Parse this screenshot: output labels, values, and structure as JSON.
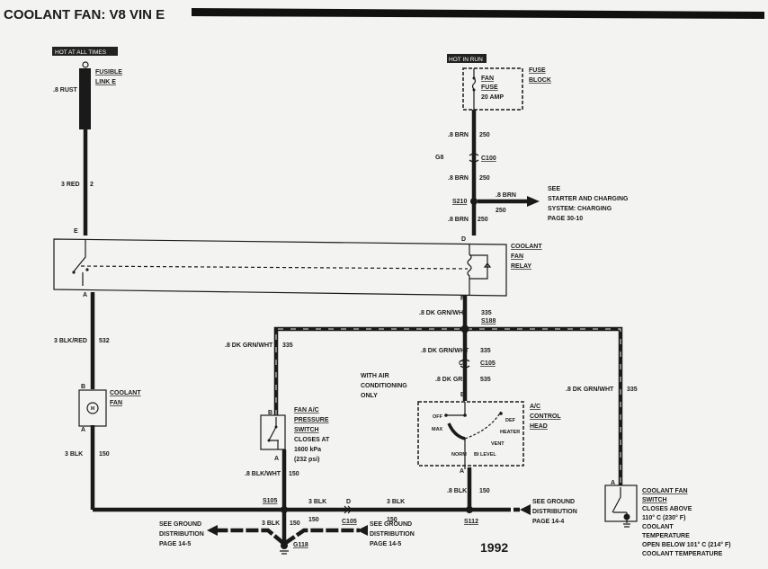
{
  "title": "COOLANT FAN: V8 VIN E",
  "year": "1992",
  "power": {
    "hot_at_all_times": "HOT AT ALL TIMES",
    "hot_in_run": "HOT IN RUN"
  },
  "fusible_link": {
    "l1": "FUSIBLE",
    "l2": "LINK E",
    "wire": ".8 RUST",
    "out_wire": "3 RED",
    "out_circuit": "2"
  },
  "fuse_block": {
    "l1": "FUSE",
    "l2": "BLOCK",
    "fuse1": "FAN",
    "fuse2": "FUSE",
    "fuse3": "20 AMP"
  },
  "right_feed": {
    "w1": ".8 BRN",
    "c1": "250",
    "conn_pin": "G8",
    "conn": "C100",
    "w2": ".8 BRN",
    "c2": "250",
    "splice": "S210",
    "branch_wire": ".8 BRN",
    "branch_circuit": "250",
    "see1": "SEE",
    "see2": "STARTER AND CHARGING",
    "see3": "SYSTEM: CHARGING",
    "see4": "PAGE 30-10",
    "w3": ".8 BRN",
    "c3": "250"
  },
  "relay": {
    "l1": "COOLANT",
    "l2": "FAN",
    "l3": "RELAY",
    "pin_e": "E",
    "pin_a": "A",
    "pin_d": "D",
    "pin_f": "F"
  },
  "fan_circuit": {
    "w1": "3 BLK/RED",
    "c1": "532",
    "pin_b": "B",
    "pin_a": "A",
    "l1": "COOLANT",
    "l2": "FAN",
    "motor": "M",
    "w2": "3 BLK",
    "c2": "150"
  },
  "relay_out": {
    "w1": ".8 DK GRN/WHT",
    "c1": "335",
    "splice": "S188"
  },
  "pressure_switch": {
    "w": ".8 DK GRN/WHT",
    "c": "335",
    "pin_b": "B",
    "pin_a": "A",
    "l1": "FAN A/C",
    "l2": "PRESSURE",
    "l3": "SWITCH",
    "l4": "CLOSES AT",
    "l5": "1600 kPa",
    "l6": "(232 psi)",
    "w2": ".8 BLK/WHT",
    "c2": "150"
  },
  "control_head": {
    "w1": ".8 DK GRN/WHT",
    "c1": "335",
    "pin_c": "C",
    "conn": "C105",
    "w2": ".8 DK GRN",
    "c2": "535",
    "pin_b": "B",
    "pin_a": "A",
    "note1": "WITH AIR",
    "note2": "CONDITIONING",
    "note3": "ONLY",
    "l1": "A/C",
    "l2": "CONTROL",
    "l3": "HEAD",
    "modes": {
      "off": "OFF",
      "max": "MAX",
      "def": "DEF",
      "heater": "HEATER",
      "vent": "VENT",
      "norm": "NORM",
      "bilevel": "BI LEVEL"
    },
    "w3": ".8 BLK",
    "c3": "150"
  },
  "coolant_switch": {
    "w": ".8 DK GRN/WHT",
    "c": "335",
    "pin_a": "A",
    "l1": "COOLANT FAN",
    "l2": "SWITCH",
    "l3": "CLOSES ABOVE",
    "l4": "110° C (230° F)",
    "l5": "COOLANT",
    "l6": "TEMPERATURE",
    "l7": "OPEN BELOW 101° C (214° F)",
    "l8": "COOLANT TEMPERATURE"
  },
  "ground": {
    "s105": "S105",
    "s112": "S112",
    "g118": "G118",
    "w_a": "3 BLK",
    "pin_d": "D",
    "w_b": "3 BLK",
    "w_c": "3 BLK",
    "c_c": "150",
    "c_d": "150",
    "conn": "C105",
    "c_e": "150",
    "left1": "SEE GROUND",
    "left2": "DISTRIBUTION",
    "left3": "PAGE 14-5",
    "mid1": "SEE GROUND",
    "mid2": "DISTRIBUTION",
    "mid3": "PAGE 14-5",
    "right1": "SEE GROUND",
    "right2": "DISTRIBUTION",
    "right3": "PAGE 14-4"
  }
}
